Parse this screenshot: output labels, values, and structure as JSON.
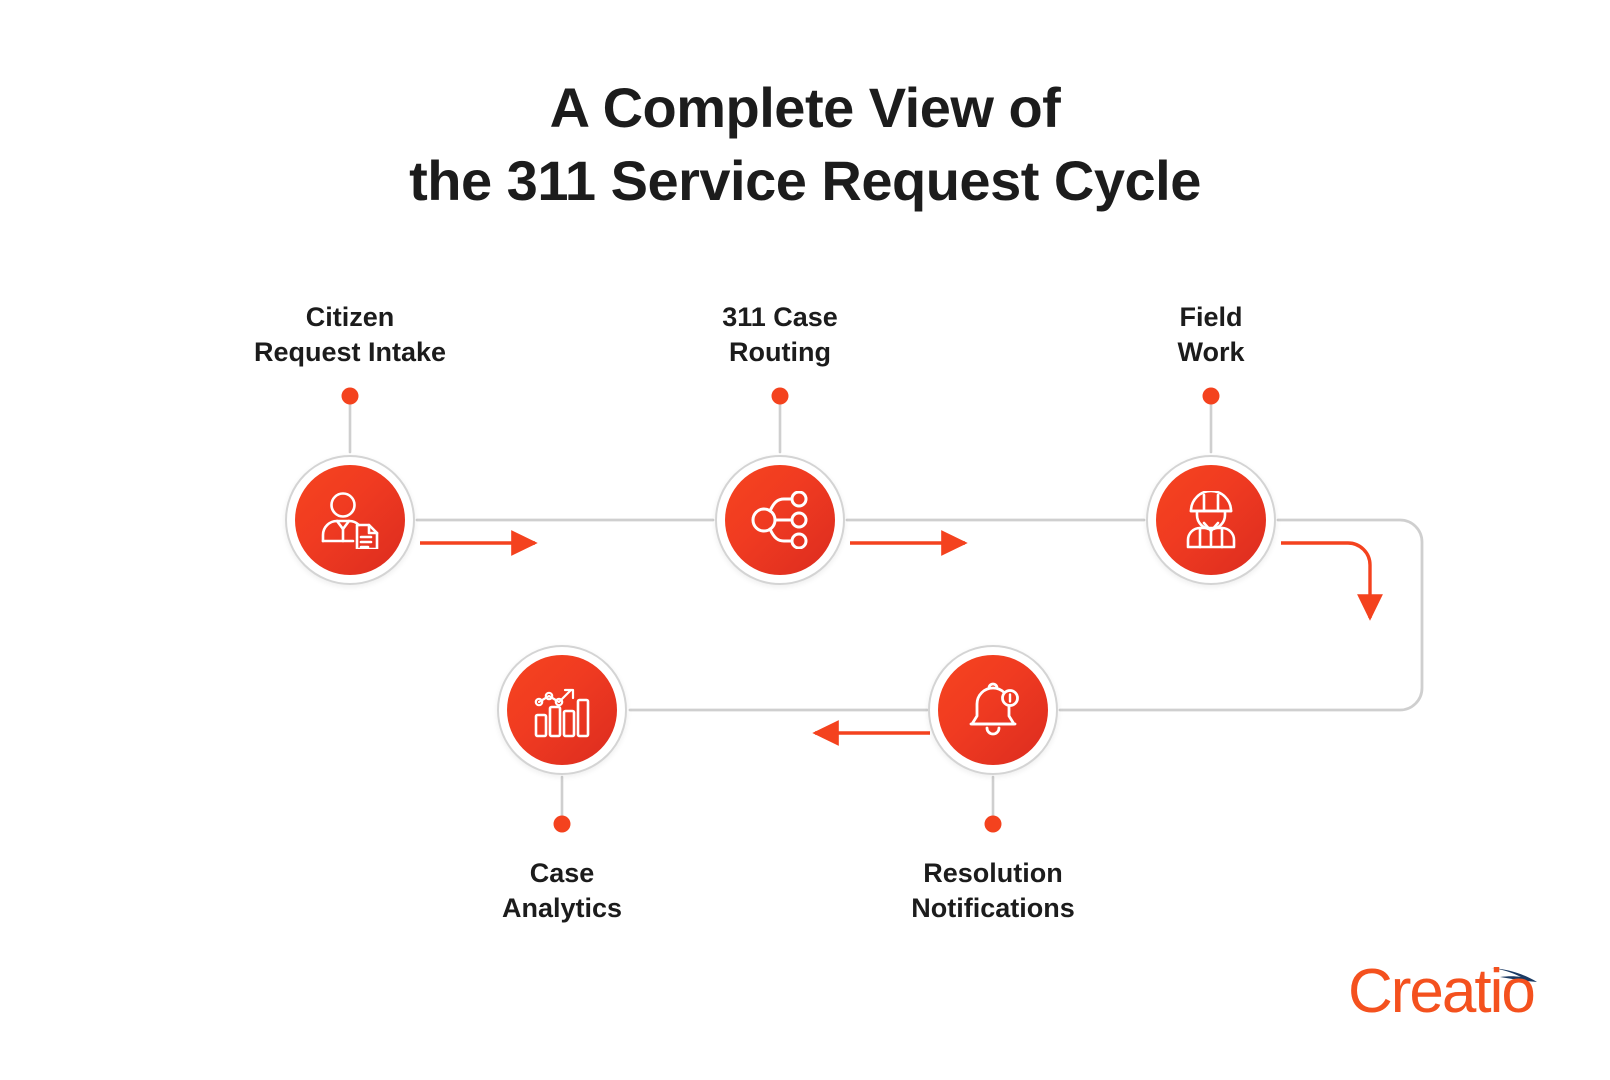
{
  "page": {
    "background": "#ffffff",
    "title": "A Complete View of\nthe 311 Service Request Cycle",
    "title_color": "#1c1c1c"
  },
  "colors": {
    "accent_red": "#F4421E",
    "accent_red_dark": "#DC2C20",
    "dot_red": "#F4421E",
    "track_gray": "#CFCFCF",
    "ring_gray": "#D4D4D4",
    "text_dark": "#1C1C1C",
    "logo_orange": "#F4511E",
    "logo_navy": "#1B3A63"
  },
  "diagram": {
    "type": "process-cycle",
    "steps": [
      {
        "index": 1,
        "label": "Citizen\nRequest Intake",
        "icon": "citizen-request-icon",
        "label_position": "above",
        "row": "top"
      },
      {
        "index": 2,
        "label": "311 Case\nRouting",
        "icon": "case-routing-icon",
        "label_position": "above",
        "row": "top"
      },
      {
        "index": 3,
        "label": "Field\nWork",
        "icon": "field-worker-icon",
        "label_position": "above",
        "row": "top"
      },
      {
        "index": 4,
        "label": "Resolution\nNotifications",
        "icon": "notification-bell-icon",
        "label_position": "below",
        "row": "bottom"
      },
      {
        "index": 5,
        "label": "Case\nAnalytics",
        "icon": "case-analytics-icon",
        "label_position": "below",
        "row": "bottom"
      }
    ],
    "flow_direction": "Citizen Request Intake → 311 Case Routing → Field Work → Resolution Notifications → Case Analytics"
  },
  "branding": {
    "logo_text": "Creatio",
    "logo_mark": "swoosh-icon"
  }
}
